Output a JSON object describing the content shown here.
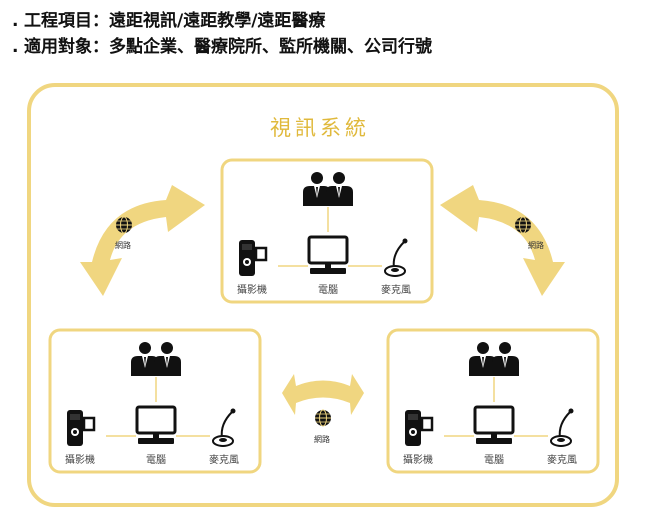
{
  "bullets": [
    "工程項目：遠距視訊/遠距教學/遠距醫療",
    "適用對象：多點企業、醫療院所、監所機關、公司行號"
  ],
  "diagram": {
    "title": "視訊系統",
    "network_label": "網路",
    "devices": {
      "camera": "攝影機",
      "computer": "電腦",
      "microphone": "麥克風"
    }
  },
  "colors": {
    "accent": "#f0d680",
    "accent_dark": "#e2c04a",
    "text": "#111111"
  }
}
